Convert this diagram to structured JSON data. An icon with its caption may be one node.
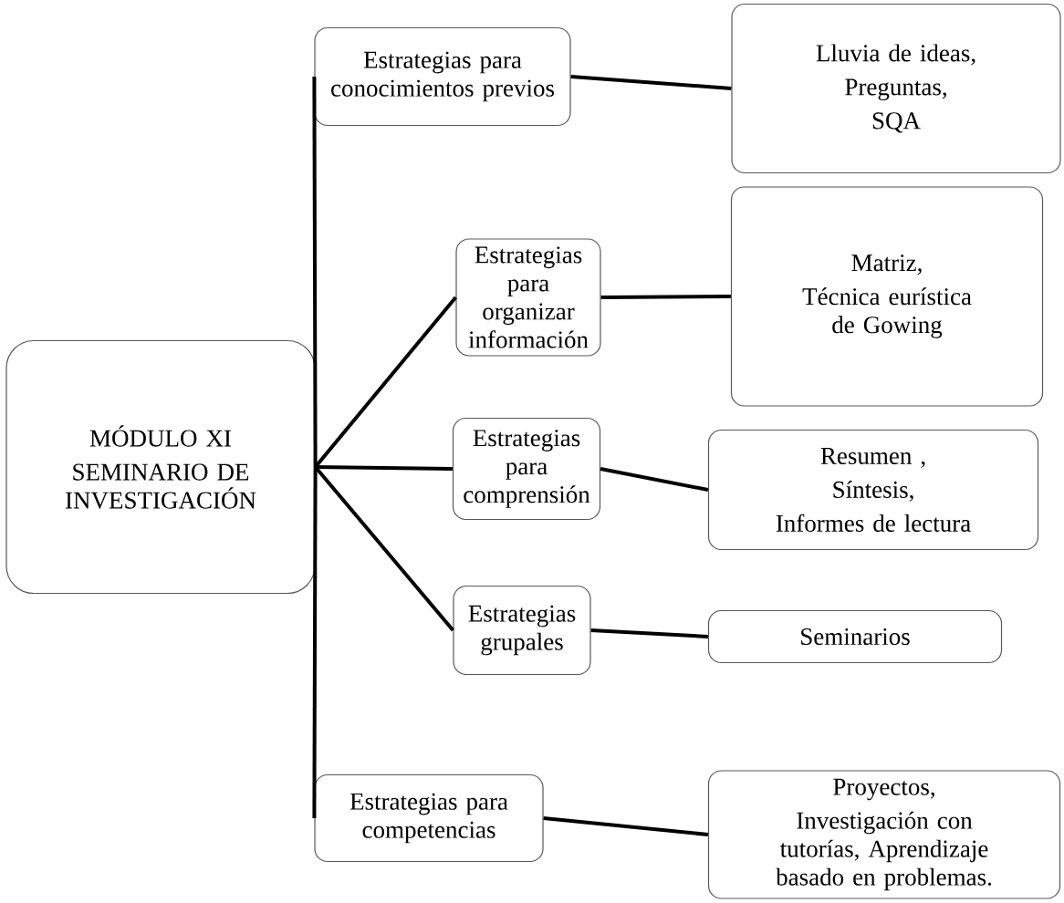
{
  "diagram": {
    "nodes": [
      {
        "text": [
          "MÓDULO XI",
          "SEMINARIO DE INVESTIGACIÓN"
        ]
      },
      {
        "text": [
          "Estrategias para conocimientos previos"
        ]
      },
      {
        "text": [
          "Lluvia de ideas,",
          "Preguntas,",
          "SQA"
        ]
      },
      {
        "text": [
          "Estrategias para organizar información"
        ]
      },
      {
        "text": [
          "Matriz,",
          "Técnica eurística de Gowing"
        ]
      },
      {
        "text": [
          "Estrategias para comprensión"
        ]
      },
      {
        "text": [
          "Resumen ,",
          "Síntesis,",
          "Informes de lectura"
        ]
      },
      {
        "text": [
          "Estrategias grupales"
        ]
      },
      {
        "text": [
          "Seminarios"
        ]
      },
      {
        "text": [
          "Estrategias para competencias"
        ]
      },
      {
        "text": [
          "Proyectos,",
          "Investigación con tutorías, Aprendizaje basado en problemas."
        ]
      }
    ],
    "edges": [
      {
        "from": 0,
        "to": 1,
        "arrow": "none"
      },
      {
        "from": 0,
        "to": 3,
        "arrow": "none"
      },
      {
        "from": 0,
        "to": 5,
        "arrow": "none"
      },
      {
        "from": 0,
        "to": 7,
        "arrow": "none"
      },
      {
        "from": 0,
        "to": 9,
        "arrow": "none"
      },
      {
        "from": 1,
        "to": 2,
        "arrow": "none"
      },
      {
        "from": 3,
        "to": 4,
        "arrow": "none"
      },
      {
        "from": 5,
        "to": 6,
        "arrow": "none"
      },
      {
        "from": 7,
        "to": 8,
        "arrow": "none"
      },
      {
        "from": 9,
        "to": 10,
        "arrow": "none"
      }
    ]
  }
}
